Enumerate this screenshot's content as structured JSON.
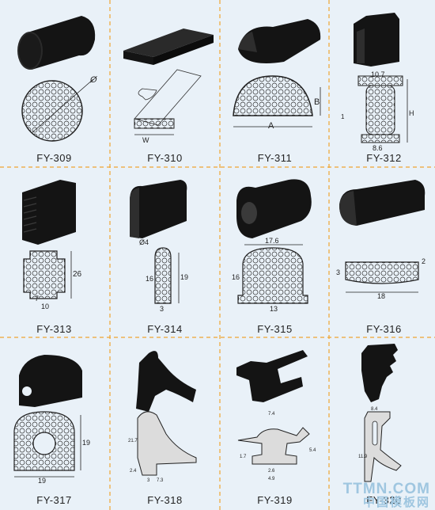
{
  "products": [
    {
      "code": "FY-309",
      "dims": [
        "Ø"
      ]
    },
    {
      "code": "FY-310",
      "dims": [
        "W"
      ]
    },
    {
      "code": "FY-311",
      "dims": [
        "A",
        "B"
      ]
    },
    {
      "code": "FY-312",
      "dims": [
        "10.7",
        "H",
        "1",
        "8.6"
      ]
    },
    {
      "code": "FY-313",
      "dims": [
        "26",
        "7",
        "10"
      ]
    },
    {
      "code": "FY-314",
      "dims": [
        "Ø4",
        "16",
        "19",
        "3"
      ]
    },
    {
      "code": "FY-315",
      "dims": [
        "17.6",
        "16",
        "13"
      ]
    },
    {
      "code": "FY-316",
      "dims": [
        "3",
        "2",
        "18"
      ]
    },
    {
      "code": "FY-317",
      "dims": [
        "19",
        "19"
      ]
    },
    {
      "code": "FY-318",
      "dims": [
        "21.7",
        "7.3",
        "2.4",
        "3"
      ]
    },
    {
      "code": "FY-319",
      "dims": [
        "7.4",
        "5.4",
        "2.6",
        "4.9",
        "1.7"
      ]
    },
    {
      "code": "FY-320",
      "dims": [
        "8.4",
        "11.9"
      ]
    }
  ],
  "watermark": {
    "line1": "TTMN.COM",
    "line2": "中国模板网"
  },
  "colors": {
    "background": "#e9f1f8",
    "grid_lines": "#f0a531",
    "rubber": "#141414",
    "profile_fill": "#dcdcdc"
  }
}
